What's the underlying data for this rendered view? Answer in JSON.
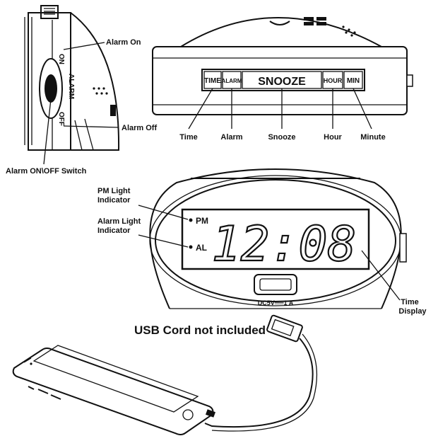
{
  "side_view": {
    "callouts": {
      "alarm_on": "Alarm On",
      "alarm_off": "Alarm Off",
      "switch": "Alarm ON\\OFF Switch"
    },
    "switch_text": {
      "on": "ON",
      "alarm": "ALARM",
      "off": "OFF"
    }
  },
  "top_view": {
    "buttons": {
      "time": "TIME",
      "alarm": "ALARM",
      "snooze": "SNOOZE",
      "hour": "HOUR",
      "min": "MIN"
    },
    "callouts": {
      "time": "Time",
      "alarm": "Alarm",
      "snooze": "Snooze",
      "hour": "Hour",
      "minute": "Minute"
    }
  },
  "front_view": {
    "callouts": {
      "pm_light_1": "PM Light",
      "pm_light_2": "Indicator",
      "alarm_light_1": "Alarm Light",
      "alarm_light_2": "Indicator",
      "time_display_1": "Time",
      "time_display_2": "Display"
    },
    "display": {
      "pm": "PM",
      "al": "AL",
      "time": "12:08"
    },
    "power_label": "DC5V══1 A"
  },
  "usb": {
    "note": "USB Cord not included"
  }
}
